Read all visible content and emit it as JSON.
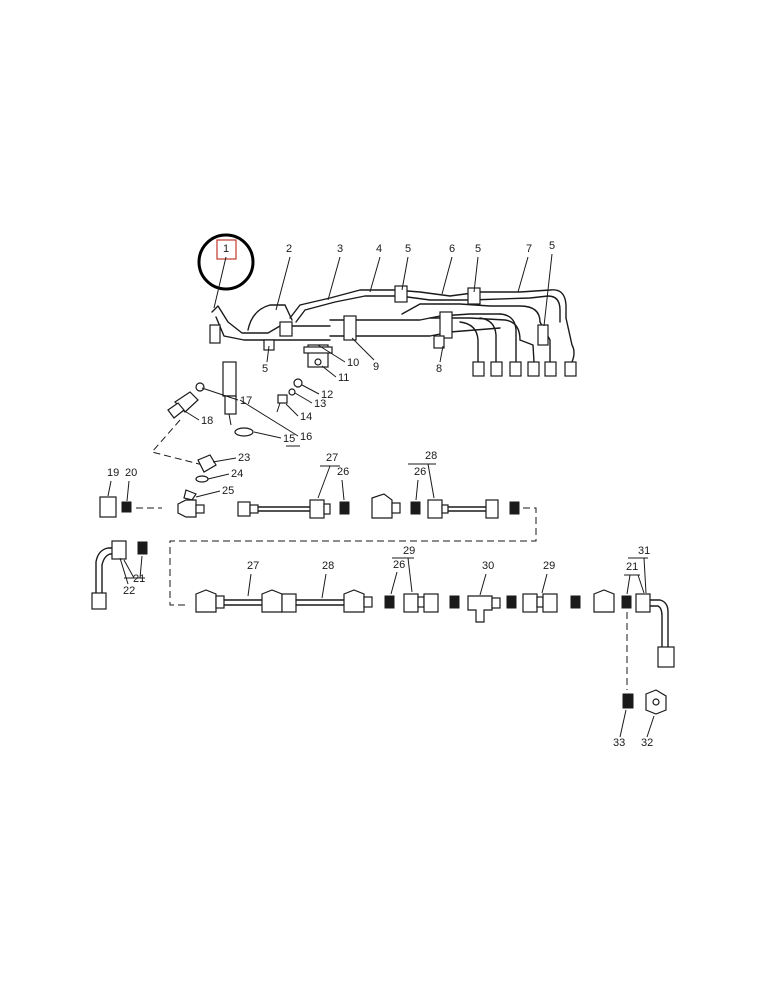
{
  "callouts": {
    "c1": "1",
    "c2": "2",
    "c3": "3",
    "c4": "4",
    "c5a": "5",
    "c6": "6",
    "c5b": "5",
    "c7": "7",
    "c5c": "5",
    "c5d": "5",
    "c10": "10",
    "c9": "9",
    "c8": "8",
    "c11": "11",
    "c12": "12",
    "c13": "13",
    "c14": "14",
    "c17": "17",
    "c18": "18",
    "c15": "15",
    "c16": "16",
    "c23": "23",
    "c24": "24",
    "c25": "25",
    "c19": "19",
    "c20": "20",
    "c27a": "27",
    "c26a": "26",
    "c28a": "28",
    "c26b": "26",
    "c21a": "21",
    "c22": "22",
    "c27b": "27",
    "c28b": "28",
    "c29a": "29",
    "c26c": "26",
    "c30": "30",
    "c29b": "29",
    "c31": "31",
    "c21b": "21",
    "c33": "33",
    "c32": "32"
  },
  "colors": {
    "line": "#1a1a1a",
    "highlight_circle": "#000000",
    "highlight_box": "#c0392b"
  }
}
